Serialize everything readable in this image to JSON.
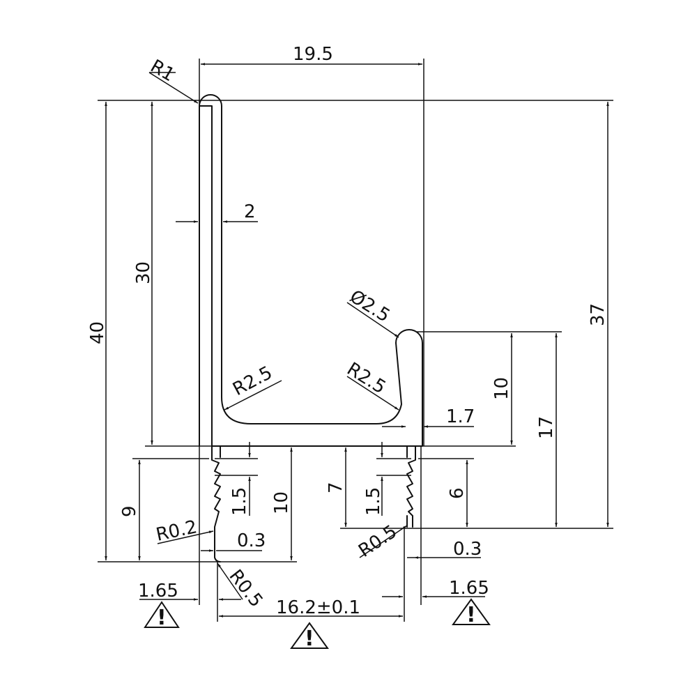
{
  "dimensions": {
    "overall_width": "19.5",
    "radius_top_corner": "R1",
    "wall_thickness": "2",
    "height_total": "40",
    "height_inner": "30",
    "height_right": "37",
    "lip_diameter": "Ø2.5",
    "radius_left_bottom": "R2.5",
    "radius_right_bottom": "R2.5",
    "lip_height": "10",
    "right_wall_height": "17",
    "lip_thickness": "1.7",
    "left_leg_height": "9",
    "teeth_pitch_left": "1.5",
    "left_leg_depth": "10",
    "teeth_pitch_right": "1.5",
    "right_leg_depth": "7",
    "right_leg_height": "6",
    "radius_tooth": "R0.2",
    "tooth_offset_left": "0.3",
    "radius_foot_left": "R0.5",
    "radius_foot_right": "R0.5",
    "tooth_offset_right": "0.3",
    "tolerance_left": "1.65",
    "tolerance_right": "1.65",
    "width_bottom": "16.2±0.1"
  },
  "warnings": {
    "symbol": "!"
  },
  "colors": {
    "line": "#111111",
    "background": "#ffffff"
  }
}
